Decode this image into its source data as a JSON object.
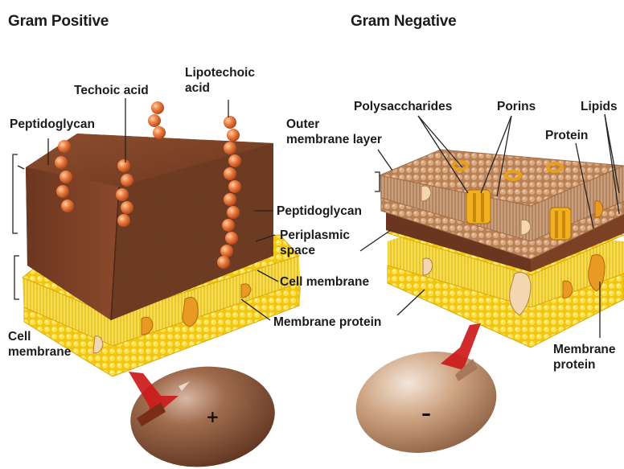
{
  "gram_positive": {
    "title": "Gram Positive",
    "labels": {
      "peptidoglycan_top": "Peptidoglycan",
      "techoic_acid": "Techoic acid",
      "lipotechoic_acid_1": "Lipotechoic",
      "lipotechoic_acid_2": "acid",
      "peptidoglycan_side": "Peptidoglycan",
      "periplasmic_1": "Periplasmic",
      "periplasmic_2": "space",
      "cell_membrane_mid": "Cell membrane",
      "membrane_protein": "Membrane protein",
      "cell_membrane_left_1": "Cell",
      "cell_membrane_left_2": "membrane"
    },
    "cell_sign": "+"
  },
  "gram_negative": {
    "title": "Gram Negative",
    "labels": {
      "outer_membrane_1": "Outer",
      "outer_membrane_2": "membrane layer",
      "polysaccharides": "Polysaccharides",
      "porins": "Porins",
      "lipids": "Lipids",
      "protein": "Protein",
      "membrane_protein_1": "Membrane",
      "membrane_protein_2": "protein"
    },
    "cell_sign": "–"
  },
  "colors": {
    "peptidoglycan": "#7a3f24",
    "membrane_yellow": "#f4d21c",
    "teichoic_bead": "#e8743a",
    "outer_membrane": "#c8936a",
    "porin": "#f0b020",
    "pointer_red": "#cc1a1a",
    "cell_positive": "#8a5a3c",
    "cell_negative": "#c49a78"
  }
}
